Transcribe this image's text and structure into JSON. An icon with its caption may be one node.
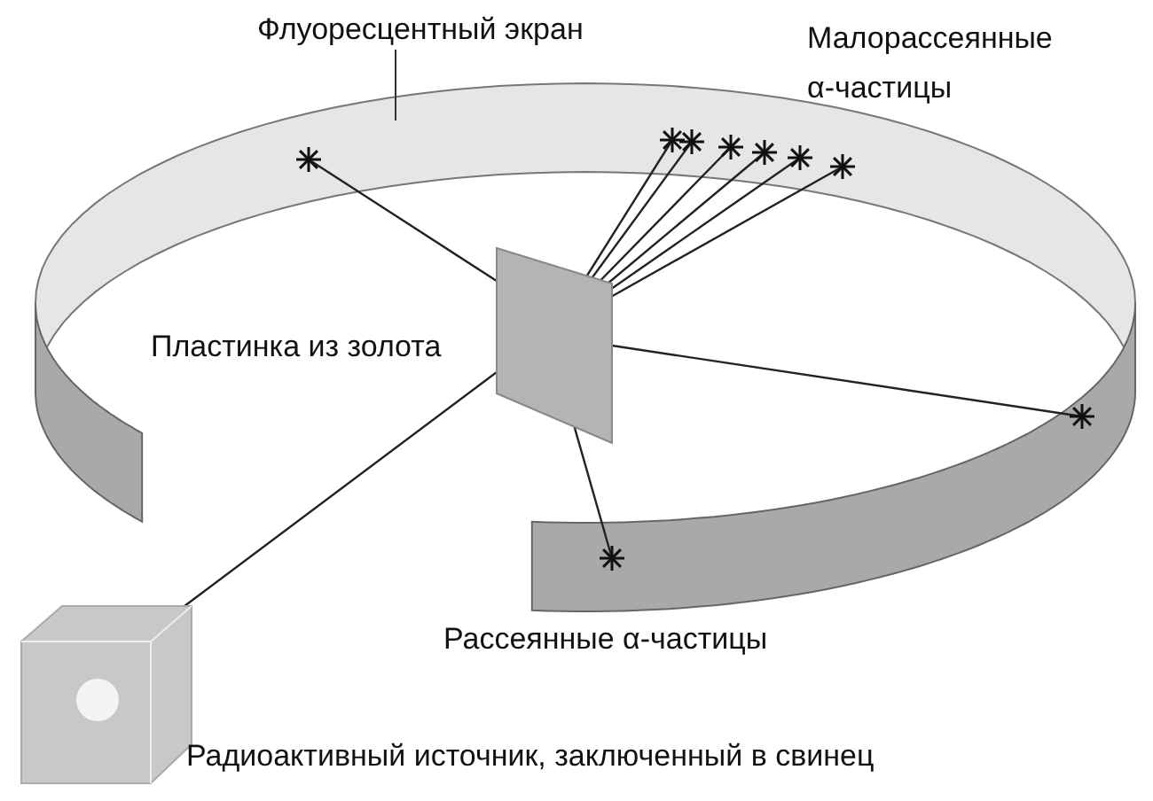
{
  "diagram": {
    "nodes": [
      {
        "text": [
          "Флуоресцентный экран"
        ]
      },
      {
        "text": [],
        "shape": "picture"
      }
    ],
    "edges": [
      {
        "from": 0,
        "to": 1,
        "arrow": "none"
      }
    ],
    "labels": [
      "Малорассеянные α-частицы",
      "Пластинка из золота",
      "Рассеянные α-частицы",
      "Радиоактивный источник, заключенный в свинец"
    ]
  }
}
